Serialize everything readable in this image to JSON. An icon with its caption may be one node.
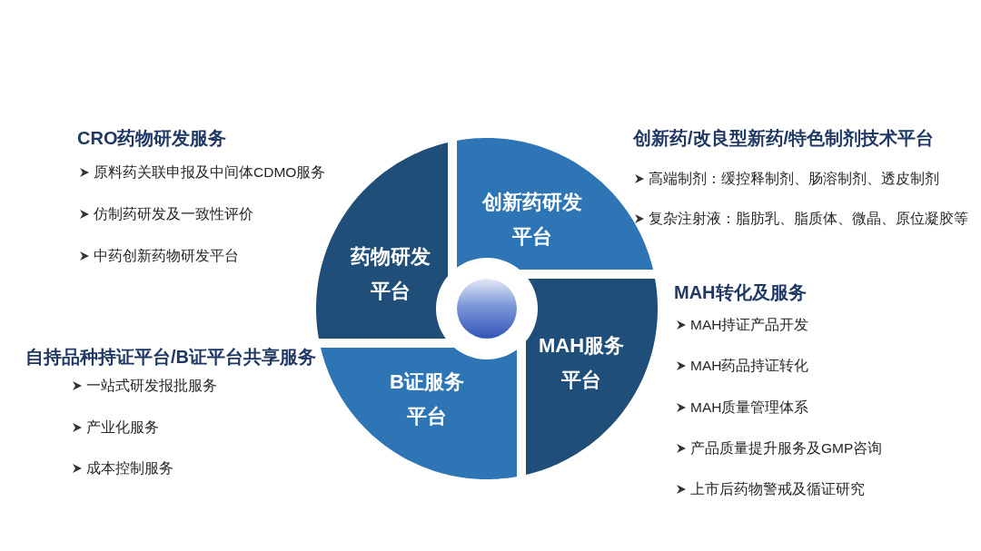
{
  "diagram": {
    "nodes": [
      {
        "text": [
          "药物研发平台"
        ],
        "beside": [
          "CRO药物研发服务",
          "原料药关联申报及中间体CDMO服务",
          "仿制药研发及一致性评价",
          "中药创新药物研发平台"
        ]
      },
      {
        "text": [
          "创新药研发平台"
        ],
        "beside": [
          "创新药/改良型新药/特色制剂技术平台",
          "高端制剂：缓控释制剂、肠溶制剂、透皮制剂",
          "复杂注射液：脂肪乳、脂质体、微晶、原位凝胶等"
        ]
      },
      {
        "text": [
          "B证服务平台"
        ],
        "beside": [
          "自持品种持证平台/B证平台共享服务",
          "一站式研发报批服务",
          "产业化服务",
          "成本控制服务"
        ]
      },
      {
        "text": [
          "MAH服务平台"
        ],
        "beside": [
          "MAH转化及服务",
          "MAH持证产品开发",
          "MAH药品持证转化",
          "MAH质量管理体系",
          "产品质量提升服务及GMP咨询",
          "上市后药物警戒及循证研究"
        ]
      }
    ]
  }
}
